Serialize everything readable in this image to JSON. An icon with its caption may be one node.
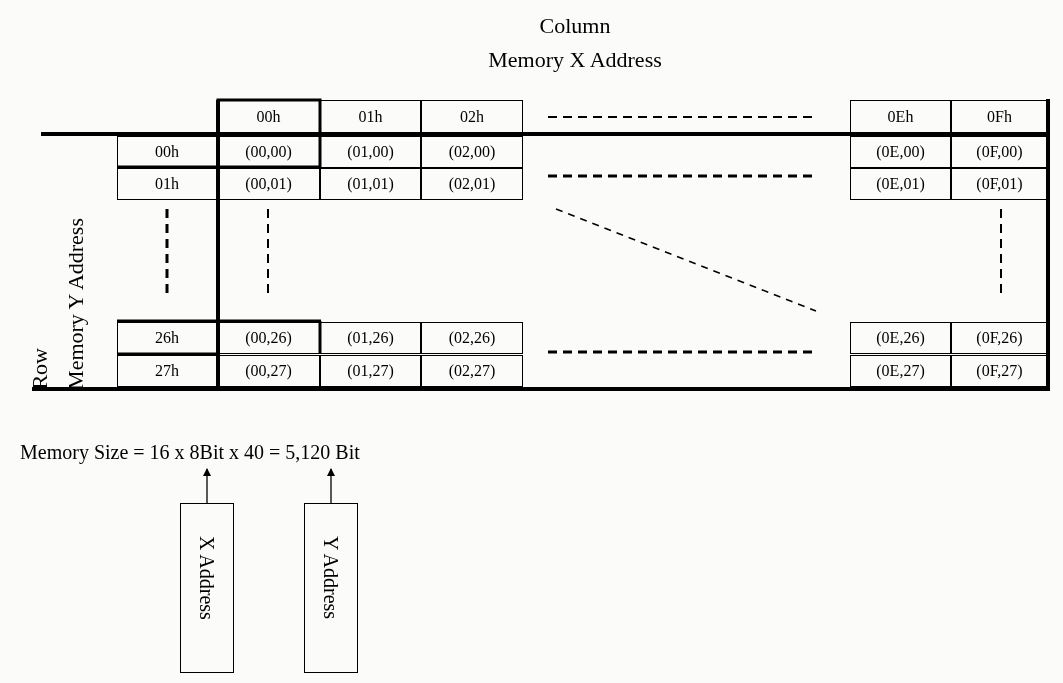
{
  "diagram": {
    "nodes": [
      {
        "text": [
          "Memory Size = 16 x 8Bit x 40 = 5,120 Bit"
        ]
      },
      {
        "text": [
          "X Address"
        ]
      },
      {
        "text": [
          "Y Address"
        ]
      }
    ],
    "edges": [
      {
        "from": 1,
        "to": 0,
        "arrow": "to"
      },
      {
        "from": 2,
        "to": 0,
        "arrow": "to"
      }
    ],
    "labels": [
      "Column",
      "Memory X Address",
      "00h",
      "01h",
      "02h",
      "0Eh",
      "0Fh",
      "Row",
      "Memory Y Address",
      "00h",
      "(00,00)",
      "(01,00)",
      "(02,00)",
      "(0E,00)",
      "(0F,00)",
      "01h",
      "(00,01)",
      "(01,01)",
      "(02,01)",
      "(0E,01)",
      "(0F,01)",
      "26h",
      "(00,26)",
      "(01,26)",
      "(02,26)",
      "(0E,26)",
      "(0F,26)",
      "27h",
      "(00,27)",
      "(01,27)",
      "(02,27)",
      "(0E,27)",
      "(0F,27)"
    ]
  }
}
